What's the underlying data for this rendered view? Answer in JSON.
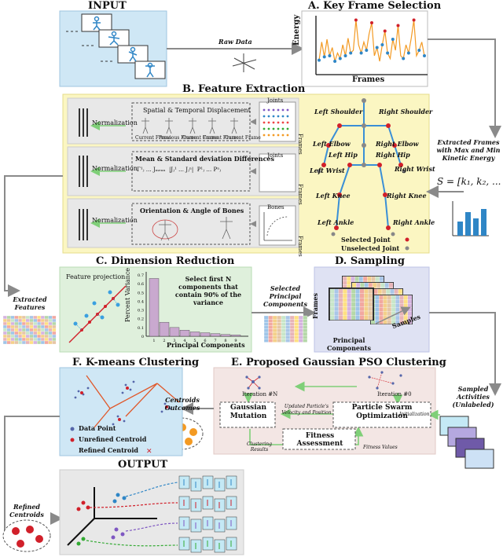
{
  "input": {
    "title": "INPUT",
    "raw_data": "Raw Data"
  },
  "keyframe": {
    "title": "A. Key Frame Selection",
    "ylabel": "Energy",
    "xlabel": "Frames",
    "energy_curve": [
      0.22,
      0.55,
      0.28,
      0.6,
      0.3,
      0.45,
      0.2,
      0.35,
      0.25,
      0.5,
      0.3,
      0.62,
      0.35,
      0.4,
      0.95,
      0.5,
      0.35,
      0.55,
      0.4,
      0.7,
      0.9,
      0.3,
      0.45,
      0.2,
      0.5,
      0.75,
      0.35,
      0.25,
      0.6,
      0.4,
      0.85,
      0.3,
      0.25,
      0.5,
      0.35,
      0.62,
      0.95,
      0.3,
      0.4,
      0.55,
      0.3
    ]
  },
  "feature": {
    "title": "B. Feature Extraction",
    "normalization": "Normalization",
    "row1_title": "Spatial & Temporal Displacement",
    "row1_frames": [
      "Current Frame",
      "Previous Frame",
      "Current Frame",
      "Current Frame",
      "Current Frame"
    ],
    "row2_title": "Mean & Standard deviation Differences",
    "row3_title": "Orientation & Angle of Bones",
    "joints": "Joints",
    "bones": "Bones",
    "frames": "Frames"
  },
  "skeleton": {
    "left_shoulder": "Left Shoulder",
    "right_shoulder": "Right Shoulder",
    "left_elbow": "Left Elbow",
    "right_elbow": "Right Elbow",
    "left_hip": "Left Hip",
    "right_hip": "Right Hip",
    "left_wrist": "Left Wrist",
    "right_wrist": "Right Wrist",
    "left_knee": "Left Knee",
    "right_knee": "Right Knee",
    "left_ankle": "Left Ankle",
    "right_ankle": "Right Ankle",
    "selected": "Selected Joint",
    "unselected": "Unselected Joint"
  },
  "extracted": {
    "caption": "Extracted Frames with Max and Min Kinetic Energy",
    "set_formula": "S = [k₁, k₂, ... , kₙ]",
    "bars": [
      0.45,
      0.75,
      0.55,
      0.85
    ]
  },
  "dimension": {
    "title": "C. Dimension Reduction",
    "feature_projection": "Feature projection",
    "ylabel": "Percent Variance",
    "xlabel": "Principal Components",
    "note": "Select first N components that contain 90% of the variance",
    "yticks": [
      "0.7",
      "0.6",
      "0.5",
      "0.4",
      "0.3",
      "0.2",
      "0.1",
      "0"
    ],
    "xticks": [
      "1",
      "2",
      "3",
      "4",
      "5",
      "6",
      "7",
      "8",
      "9"
    ],
    "ylim": [
      0,
      0.7
    ],
    "values": [
      0.66,
      0.16,
      0.1,
      0.07,
      0.05,
      0.04,
      0.03,
      0.02,
      0.015
    ]
  },
  "left_label": "Extracted Features",
  "selected_pc": "Selected Principal Components",
  "sampling": {
    "title": "D. Sampling",
    "frames": "Frames",
    "pc": "Principal Components",
    "samples": "Samples"
  },
  "gpso": {
    "title": "E. Proposed Gaussian PSO Clustering",
    "iter_n": "Iteration #N",
    "iter_0": "Iteration #0",
    "gaussian": "Gaussian Mutation",
    "pso": "Particle Swarm Optimization",
    "update": "Updated Particle's Velocity and Position",
    "init": "Initialization",
    "fitness": "Fitness Assessment",
    "clustering_results": "Clustering Results",
    "fitness_values": "Fitness Values"
  },
  "sampled": "Sampled Activities (Unlabeled)",
  "kmeans": {
    "title": "F. K-means Clustering",
    "legend": [
      "Data Point",
      "Unrefined Centroid",
      "Refined Centroid"
    ]
  },
  "centroids_outcomes": "Centroids Outcomes",
  "output": {
    "title": "OUTPUT"
  },
  "refined": "Refined Centroids",
  "colors": {
    "panel_blue": "#cfe7f5",
    "panel_yellow": "#fbf6c2",
    "panel_green": "#dff0dc",
    "panel_lav": "#dfe2f3",
    "panel_pink": "#f3e6e4",
    "panel_gray": "#e8e8e8",
    "arrow": "#8a8a8a",
    "orange": "#f39a23",
    "dot_blue": "#2f86c6",
    "red": "#d1202a",
    "green_arrow": "#7fcf78"
  }
}
